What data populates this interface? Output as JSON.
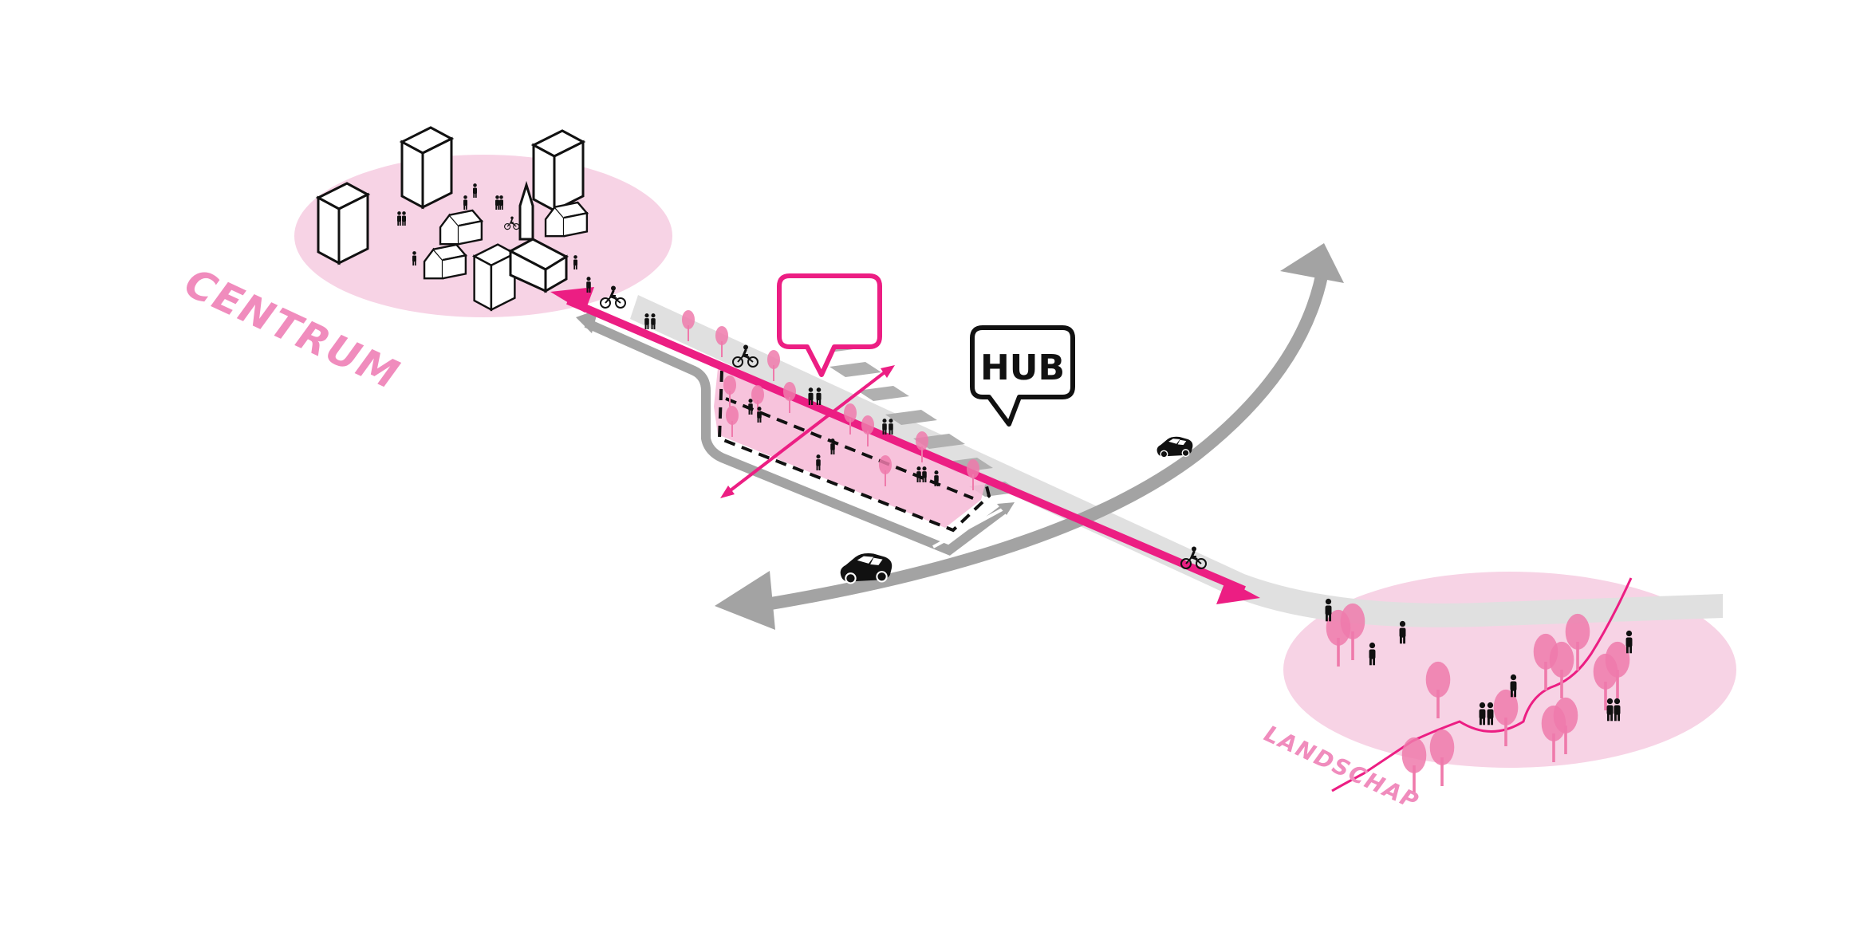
{
  "labels": {
    "centrum": "CENTRUM",
    "landschap": "LANDSCHAP",
    "hub": "HUB",
    "empty_bubble": ""
  },
  "colors": {
    "magenta": "#ec1e83",
    "pink_zone": "#f7d3e5",
    "pink_tree": "#ef7aab",
    "grey_road": "#a3a3a3",
    "grey_path": "#dedede",
    "black": "#111111"
  },
  "icons": [
    "building-icon",
    "church-icon",
    "house-icon",
    "person-icon",
    "cyclist-icon",
    "car-icon",
    "tree-icon",
    "speech-bubble-icon",
    "arrow-icon"
  ]
}
